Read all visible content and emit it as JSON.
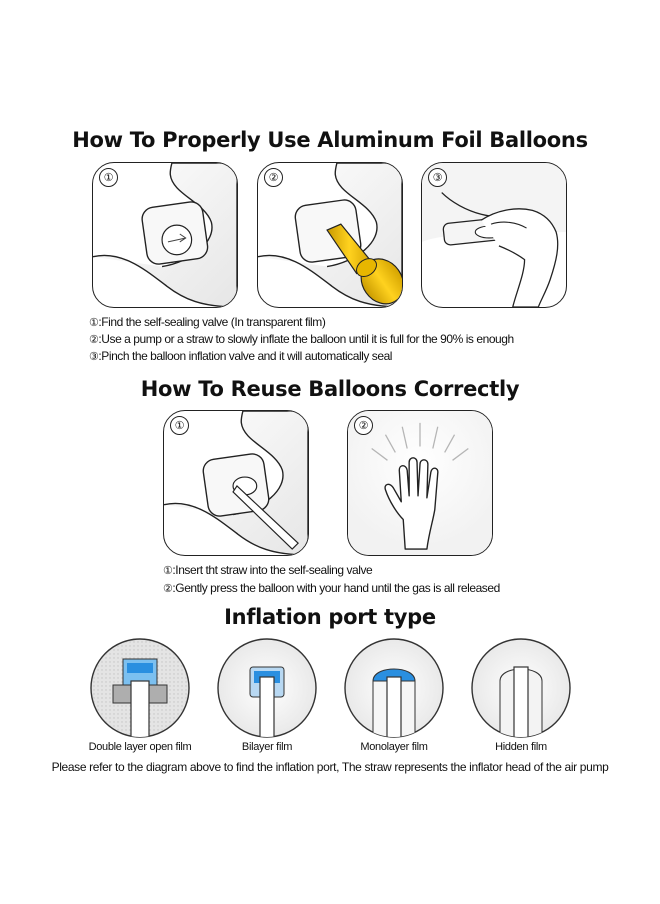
{
  "section1": {
    "title": "How To Properly Use Aluminum Foil Balloons",
    "panels": [
      "①",
      "②",
      "③"
    ],
    "steps": [
      {
        "mark": "①",
        "text": ":Find the self-sealing valve (In transparent film)"
      },
      {
        "mark": "②",
        "text": ":Use a pump or a straw to slowly inflate the balloon until it is full for the 90% is enough"
      },
      {
        "mark": "③",
        "text": ":Pinch the balloon inflation valve and it will automatically seal"
      }
    ]
  },
  "section2": {
    "title": "How To Reuse Balloons Correctly",
    "panels": [
      "①",
      "②"
    ],
    "steps": [
      {
        "mark": "①",
        "text": ":Insert tht straw into the self-sealing valve"
      },
      {
        "mark": "②",
        "text": ":Gently press the balloon with your hand until the gas is all released"
      }
    ]
  },
  "section3": {
    "title": "Inflation port type",
    "ports": [
      {
        "label": "Double layer open film"
      },
      {
        "label": "Bilayer film"
      },
      {
        "label": "Monolayer film"
      },
      {
        "label": "Hidden film"
      }
    ],
    "footer": "Please refer to the diagram above to find the inflation port, The straw represents the inflator head of the air pump"
  },
  "colors": {
    "outline": "#222222",
    "pump_yellow": "#f5c400",
    "film_blue": "#2a8fe0",
    "film_light": "#b8d8f2",
    "gray": "#bdbdbd"
  }
}
